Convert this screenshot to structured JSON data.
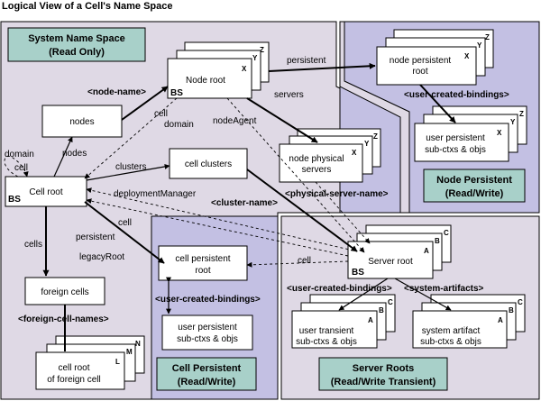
{
  "title": "Logical View of a Cell's Name Space",
  "colors": {
    "system_region": "#dfd9e5",
    "persistent_region": "#c3c0e3",
    "title_box": "#a8d0c9"
  },
  "regions": {
    "system": {
      "line1": "System Name Space",
      "line2": "(Read Only)"
    },
    "node_persistent": {
      "line1": "Node Persistent",
      "line2": "(Read/Write)"
    },
    "cell_persistent": {
      "line1": "Cell Persistent",
      "line2": "(Read/Write)"
    },
    "server_roots": {
      "line1": "Server Roots",
      "line2": "(Read/Write Transient)"
    }
  },
  "nodes": {
    "node_root": {
      "line1": "Node root"
    },
    "nodes": {
      "line1": "nodes"
    },
    "cell_root": {
      "line1": "Cell root"
    },
    "cell_clusters": {
      "line1": "cell clusters"
    },
    "node_physical_servers": {
      "line1": "node physical",
      "line2": "servers"
    },
    "node_persistent_root": {
      "line1": "node persistent",
      "line2": "root"
    },
    "user_persistent_node": {
      "line1": "user persistent",
      "line2": "sub-ctxs & objs"
    },
    "server_root": {
      "line1": "Server root"
    },
    "cell_persistent_root": {
      "line1": "cell persistent",
      "line2": "root"
    },
    "user_persistent_cell": {
      "line1": "user persistent",
      "line2": "sub-ctxs & objs"
    },
    "foreign_cells": {
      "line1": "foreign cells"
    },
    "cell_root_foreign": {
      "line1": "cell root",
      "line2": "of foreign cell"
    },
    "user_transient": {
      "line1": "user transient",
      "line2": "sub-ctxs & objs"
    },
    "system_artifact": {
      "line1": "system artifact",
      "line2": "sub-ctxs & objs"
    }
  },
  "stack_letters": {
    "xyz": [
      "X",
      "Y",
      "Z"
    ],
    "abc": [
      "A",
      "B",
      "C"
    ],
    "lmn": [
      "L",
      "M",
      "N"
    ]
  },
  "bs_label": "BS",
  "edge_labels": {
    "persistent_top": "persistent",
    "node_name": "<node-name>",
    "servers": "servers",
    "cell": "cell",
    "domain": "domain",
    "node_agent": "nodeAgent",
    "nodes": "nodes",
    "domain_left": "domain",
    "cell_left": "cell",
    "clusters": "clusters",
    "deployment_manager": "deploymentManager",
    "cluster_name": "<cluster-name>",
    "physical_server_name": "<physical-server-name>",
    "cell_mid": "cell",
    "cell_lower": "cell",
    "cells": "cells",
    "persistent_mid": "persistent",
    "legacy_root": "legacyRoot",
    "ucb_node": "<user-created-bindings>",
    "ucb_cell": "<user-created-bindings>",
    "ucb_server": "<user-created-bindings>",
    "system_artifacts": "<system-artifacts>",
    "foreign_cell_names": "<foreign-cell-names>"
  }
}
